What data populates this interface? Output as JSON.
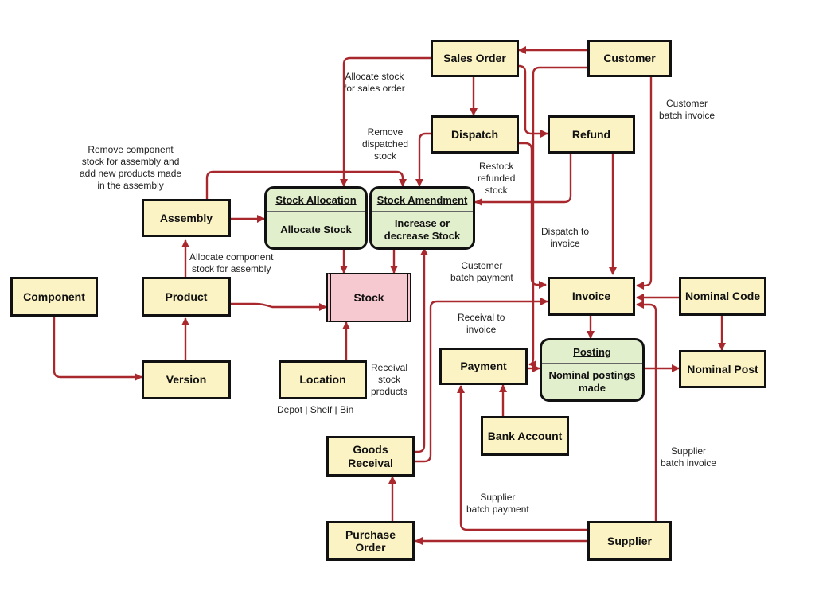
{
  "entities": {
    "sales_order": "Sales Order",
    "customer": "Customer",
    "dispatch": "Dispatch",
    "refund": "Refund",
    "assembly": "Assembly",
    "component": "Component",
    "product": "Product",
    "version": "Version",
    "location": "Location",
    "invoice": "Invoice",
    "nominal_code": "Nominal Code",
    "payment": "Payment",
    "nominal_post": "Nominal Post",
    "bank_account": "Bank Account",
    "goods_receival": "Goods Receival",
    "purchase_order": "Purchase Order",
    "supplier": "Supplier"
  },
  "processes": {
    "stock_allocation": {
      "title": "Stock Allocation",
      "body": "Allocate Stock"
    },
    "stock_amendment": {
      "title": "Stock Amendment",
      "body": "Increase or decrease Stock"
    },
    "posting": {
      "title": "Posting",
      "body": "Nominal postings made"
    }
  },
  "stores": {
    "stock": "Stock"
  },
  "labels": {
    "allocate_sales": "Allocate stock\nfor sales order",
    "remove_dispatched": "Remove\ndispatched\nstock",
    "remove_component": "Remove component\nstock for assembly and\nadd new products made\nin the assembly",
    "restock_refunded": "Restock\nrefunded\nstock",
    "customer_batch_invoice": "Customer\nbatch invoice",
    "dispatch_to_invoice": "Dispatch to\ninvoice",
    "allocate_component": "Allocate component\nstock for assembly",
    "customer_batch_payment": "Customer\nbatch payment",
    "receival_to_invoice": "Receival to\ninvoice",
    "receival_stock_products": "Receival\nstock\nproducts",
    "location_detail": "Depot | Shelf | Bin",
    "supplier_batch_invoice": "Supplier\nbatch invoice",
    "supplier_batch_payment": "Supplier\nbatch payment"
  },
  "colors": {
    "arrow": "#a8282d",
    "entity_fill": "#fbf3c4",
    "process_fill": "#e2efcc",
    "store_fill": "#f6c8cf"
  }
}
